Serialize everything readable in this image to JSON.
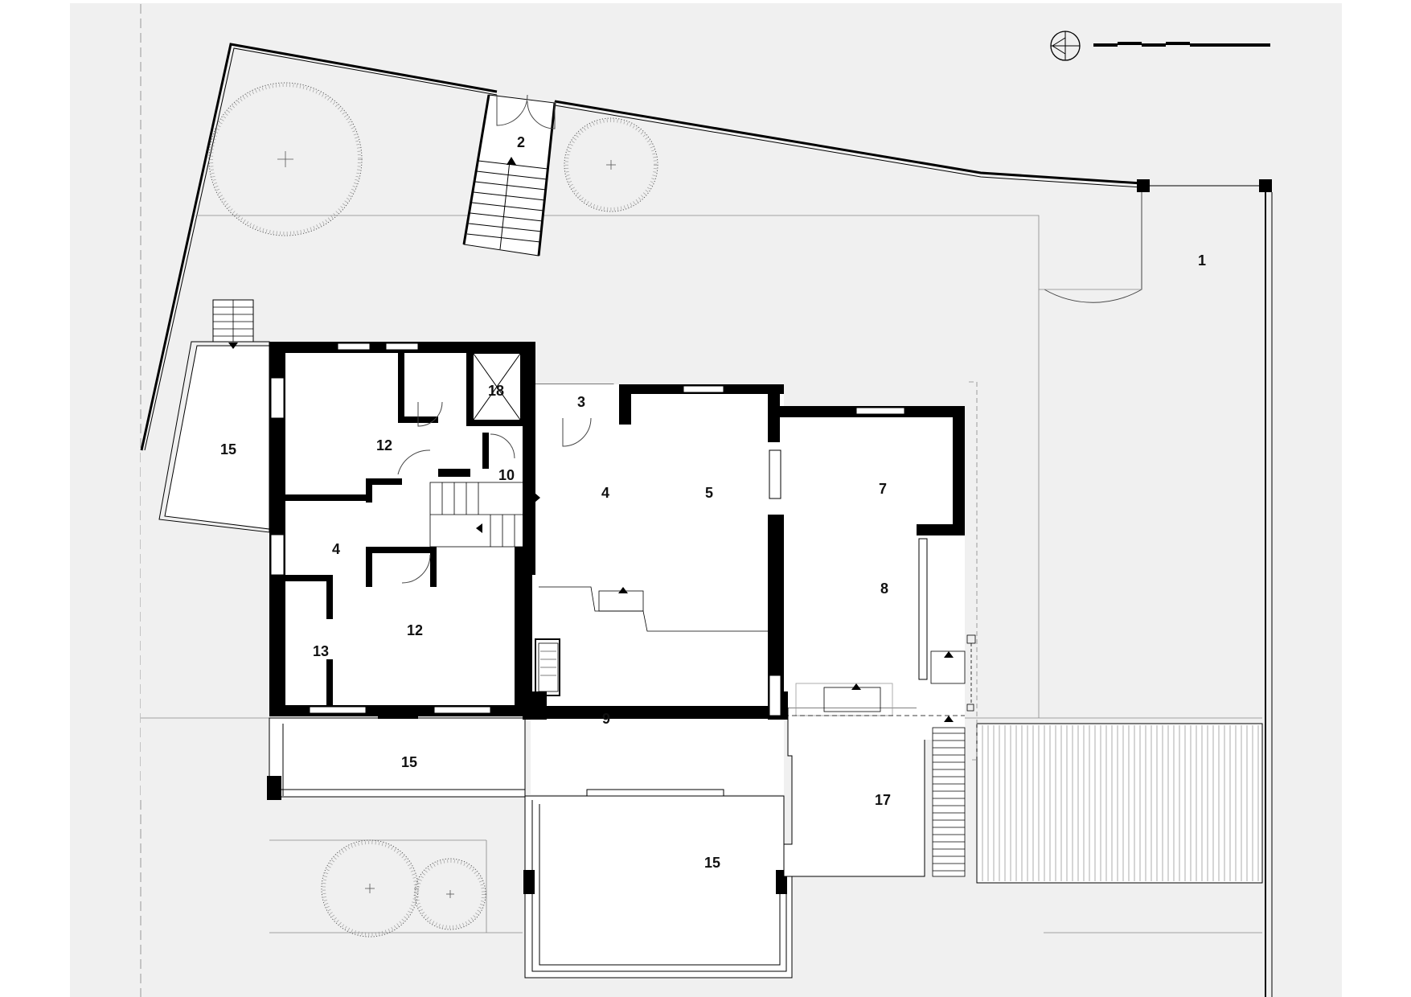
{
  "plan": {
    "colors": {
      "background": "#ffffff",
      "site": "#f0f0f0",
      "wall": "#000000",
      "line": "#444444"
    },
    "icons": [
      "north-arrow-icon",
      "scale-bar-icon",
      "tree-icon",
      "stair-arrow-icon"
    ],
    "rooms": [
      {
        "id": "room-1",
        "label": "1"
      },
      {
        "id": "room-2",
        "label": "2"
      },
      {
        "id": "room-3",
        "label": "3"
      },
      {
        "id": "room-4-main",
        "label": "4"
      },
      {
        "id": "room-5",
        "label": "5"
      },
      {
        "id": "room-7",
        "label": "7"
      },
      {
        "id": "room-8",
        "label": "8"
      },
      {
        "id": "room-9",
        "label": "9"
      },
      {
        "id": "room-10",
        "label": "10"
      },
      {
        "id": "room-12-upper",
        "label": "12"
      },
      {
        "id": "room-4-west",
        "label": "4"
      },
      {
        "id": "room-12-lower",
        "label": "12"
      },
      {
        "id": "room-13",
        "label": "13"
      },
      {
        "id": "room-15-west",
        "label": "15"
      },
      {
        "id": "room-15-south-west",
        "label": "15"
      },
      {
        "id": "room-15-south",
        "label": "15"
      },
      {
        "id": "room-17",
        "label": "17"
      },
      {
        "id": "room-18",
        "label": "18"
      }
    ]
  }
}
